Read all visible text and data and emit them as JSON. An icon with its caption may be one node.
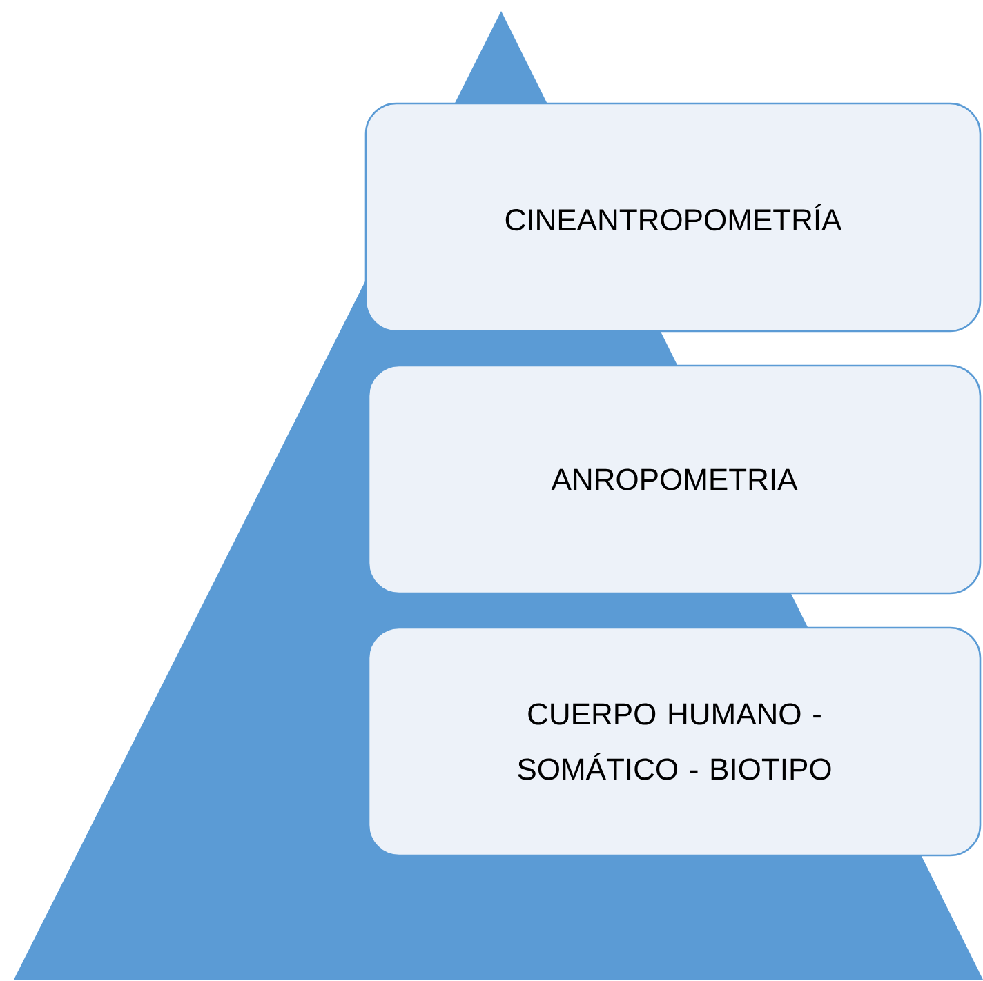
{
  "diagram": {
    "nodes": [
      {
        "text": [
          "CINEANTROPOMETRÍA"
        ]
      },
      {
        "text": [
          "ANROPOMETRIA"
        ]
      },
      {
        "text": [
          "CUERPO HUMANO - SOMÁTICO - BIOTIPO"
        ]
      }
    ]
  }
}
